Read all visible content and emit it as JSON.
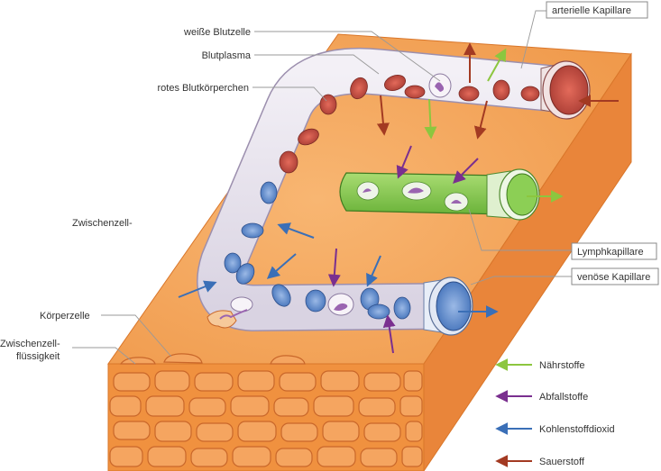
{
  "labels": {
    "white_cell": "weiße Blutzelle",
    "plasma": "Blutplasma",
    "red_cell": "rotes Blutkörperchen",
    "interstitial_cut": "Zwischenzell-",
    "body_cell": "Körperzelle",
    "interstitial_1": "Zwischenzell-",
    "interstitial_2": "flüssigkeit",
    "arterial": "arterielle Kapillare",
    "lymph": "Lymphkapillare",
    "venous": "venöse Kapillare"
  },
  "legend": [
    {
      "label": "Nährstoffe",
      "color": "#8cc63f"
    },
    {
      "label": "Abfallstoffe",
      "color": "#7a2f8f"
    },
    {
      "label": "Kohlenstoffdioxid",
      "color": "#3a6fb7"
    },
    {
      "label": "Sauerstoff",
      "color": "#a33a22"
    }
  ],
  "colors": {
    "tissue_top": "#f5a65b",
    "tissue_side": "#ef8d3d",
    "cell_fill": "#f5a060",
    "arterial": "#b0453a",
    "venous": "#5b86c8",
    "lymph": "#8ccf55",
    "capillary_wall": "#e9e6ee"
  }
}
